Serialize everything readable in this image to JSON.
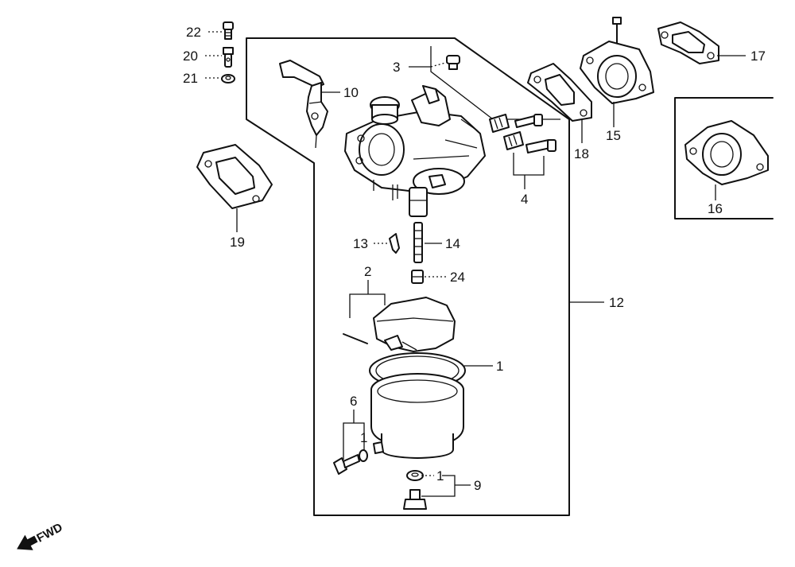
{
  "callouts": {
    "c1a": "1",
    "c1b": "1",
    "c1c": "1",
    "c2": "2",
    "c3": "3",
    "c4": "4",
    "c6": "6",
    "c9": "9",
    "c10": "10",
    "c12": "12",
    "c13": "13",
    "c14": "14",
    "c15": "15",
    "c16": "16",
    "c17": "17",
    "c18": "18",
    "c19": "19",
    "c20": "20",
    "c21": "21",
    "c22": "22",
    "c24": "24"
  },
  "direction_label": "FWD"
}
